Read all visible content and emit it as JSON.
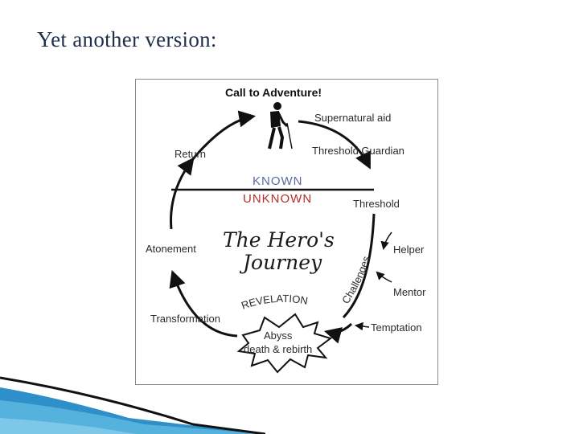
{
  "slide": {
    "title": "Yet another version:"
  },
  "diagram": {
    "call": "Call to Adventure!",
    "supernatural": "Supernatural aid",
    "threshold_guardian": "Threshold Guardian",
    "return": "Return",
    "known": "KNOWN",
    "unknown": "UNKNOWN",
    "threshold": "Threshold",
    "title_line1": "The Hero's",
    "title_line2": "Journey",
    "atonement": "Atonement",
    "challenges": "Challenges",
    "helper": "Helper",
    "mentor": "Mentor",
    "revelation": "REVELATION",
    "transformation": "Transformation",
    "temptation": "Temptation",
    "abyss_line1": "Abyss",
    "abyss_line2": "death & rebirth"
  },
  "colors": {
    "title": "#1f2f4a",
    "known": "#5a6b9e",
    "unknown": "#b3302a",
    "accent_blue": "#2f8fc9"
  },
  "icons": {
    "hero": "hiker-icon"
  }
}
